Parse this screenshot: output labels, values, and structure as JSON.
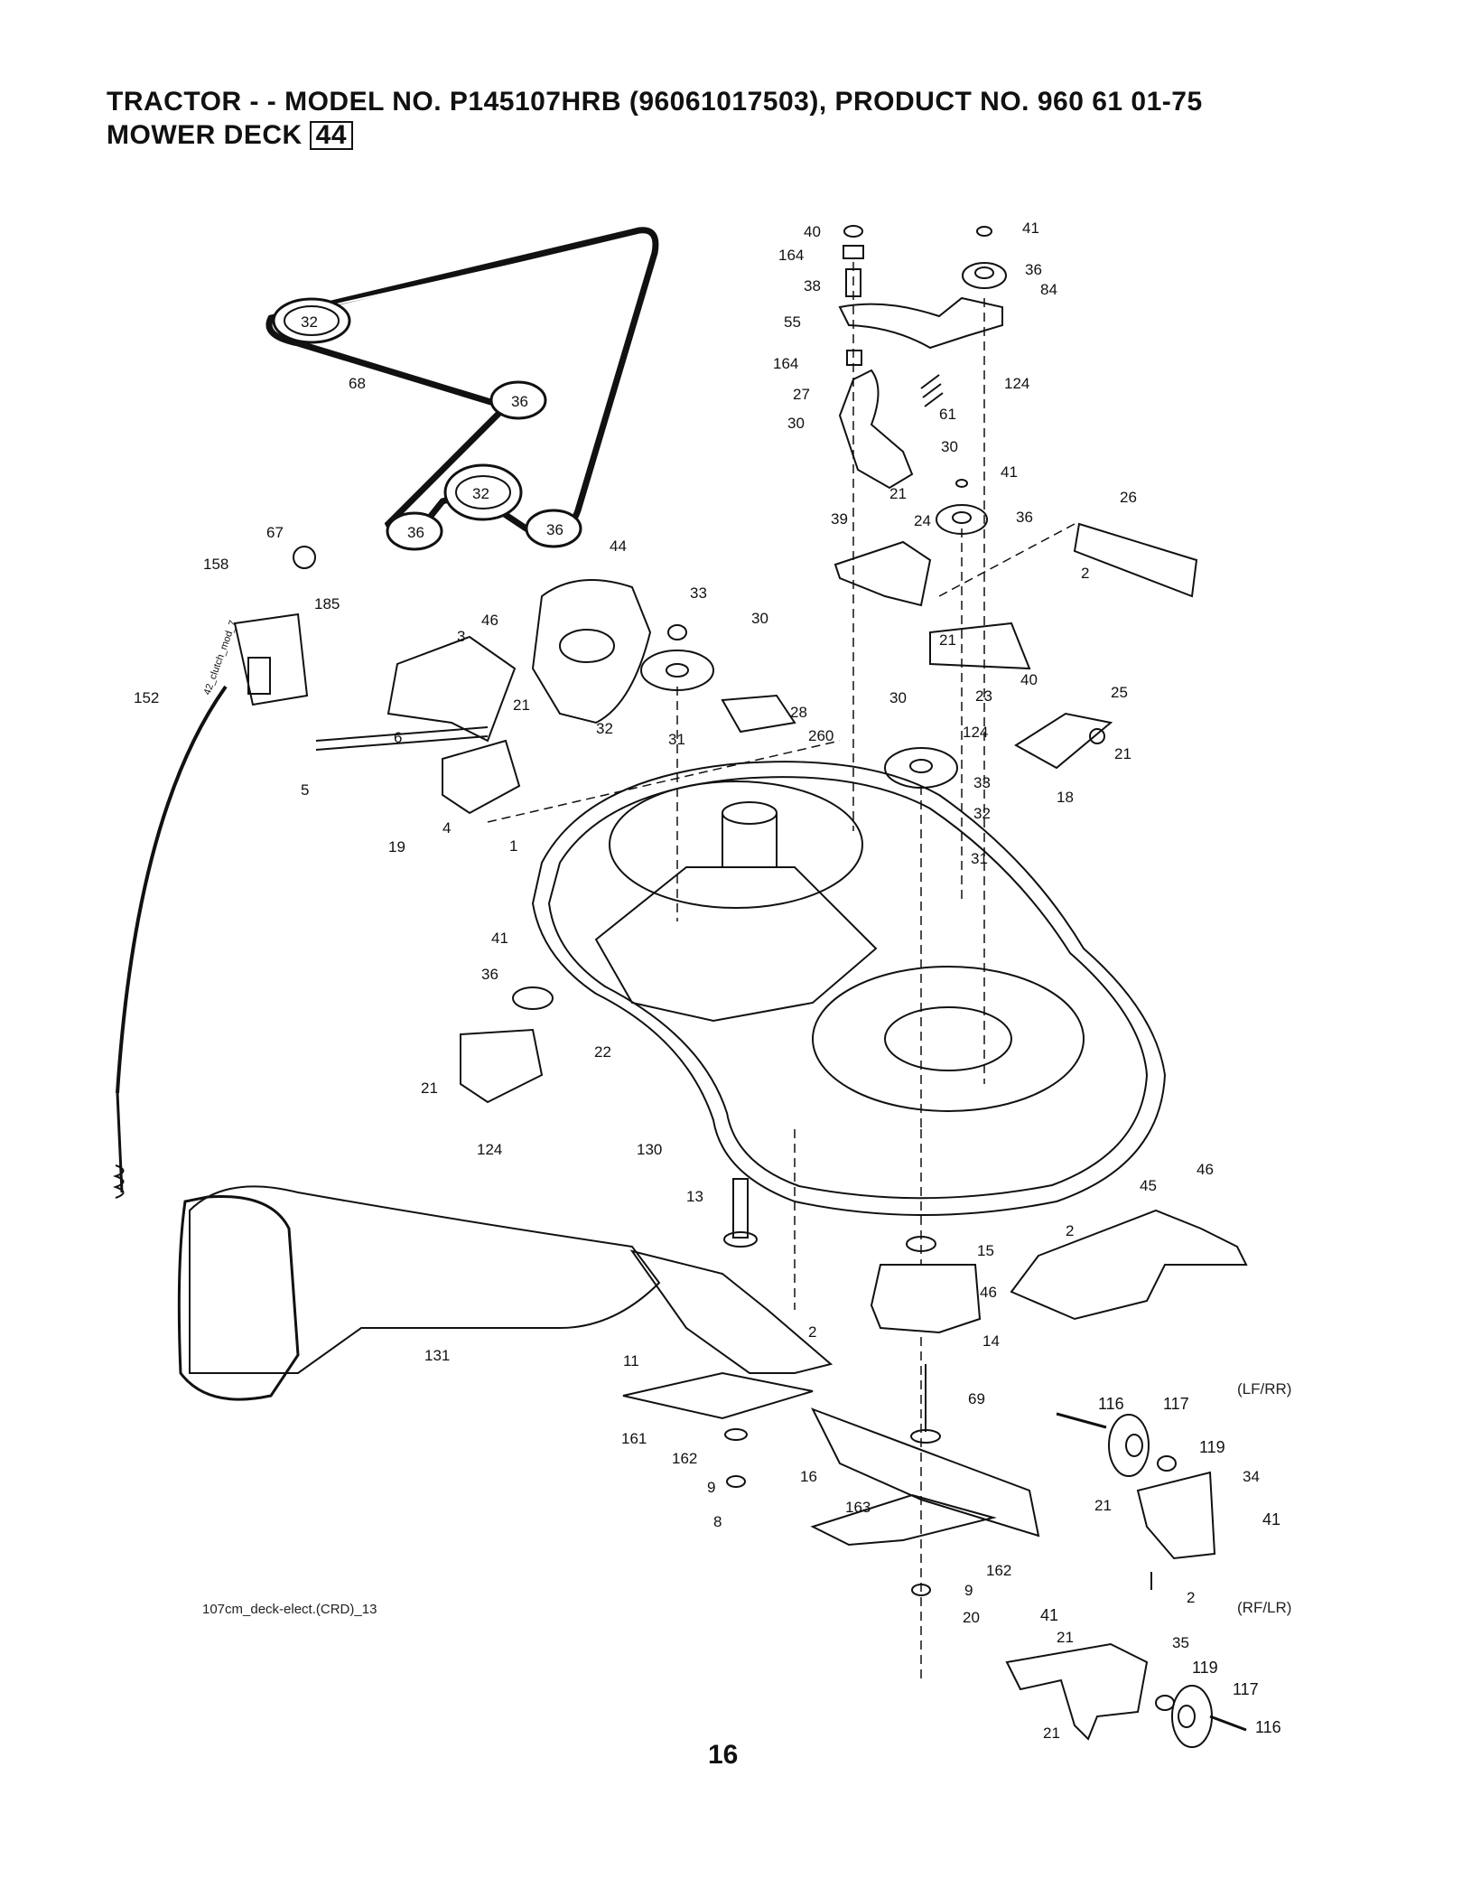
{
  "header": {
    "line1": "TRACTOR - - MODEL NO. P145107HRB   (96061017503), PRODUCT NO. 960 61 01-75",
    "line2_prefix": "MOWER DECK",
    "deck_number": "44"
  },
  "footer": {
    "filename": "107cm_deck-elect.(CRD)_13",
    "page_number": "16"
  },
  "variants": {
    "first": "(LF/RR)",
    "second": "(RF/LR)"
  },
  "part_labels": [
    {
      "id": "belt-pulley-32a",
      "text": "32"
    },
    {
      "id": "belt-pulley-36a",
      "text": "36"
    },
    {
      "id": "belt-pulley-32b",
      "text": "32"
    },
    {
      "id": "belt-pulley-36b",
      "text": "36"
    },
    {
      "id": "belt-pulley-36c",
      "text": "36"
    },
    {
      "id": "belt-68",
      "text": "68"
    },
    {
      "id": "p40a",
      "text": "40"
    },
    {
      "id": "p164a",
      "text": "164"
    },
    {
      "id": "p38",
      "text": "38"
    },
    {
      "id": "p55",
      "text": "55"
    },
    {
      "id": "p164b",
      "text": "164"
    },
    {
      "id": "p41a",
      "text": "41"
    },
    {
      "id": "p36a",
      "text": "36"
    },
    {
      "id": "p84",
      "text": "84"
    },
    {
      "id": "p124a",
      "text": "124"
    },
    {
      "id": "p27",
      "text": "27"
    },
    {
      "id": "p61",
      "text": "61"
    },
    {
      "id": "p30a",
      "text": "30"
    },
    {
      "id": "p30b",
      "text": "30"
    },
    {
      "id": "p41b",
      "text": "41"
    },
    {
      "id": "p21a",
      "text": "21"
    },
    {
      "id": "p39",
      "text": "39"
    },
    {
      "id": "p24",
      "text": "24"
    },
    {
      "id": "p36b",
      "text": "36"
    },
    {
      "id": "p26",
      "text": "26"
    },
    {
      "id": "p2a",
      "text": "2"
    },
    {
      "id": "p67",
      "text": "67"
    },
    {
      "id": "p158",
      "text": "158"
    },
    {
      "id": "p185",
      "text": "185"
    },
    {
      "id": "p44",
      "text": "44"
    },
    {
      "id": "p33a",
      "text": "33"
    },
    {
      "id": "p46a",
      "text": "46"
    },
    {
      "id": "p30c",
      "text": "30"
    },
    {
      "id": "p21b",
      "text": "21"
    },
    {
      "id": "p3",
      "text": "3"
    },
    {
      "id": "p152",
      "text": "152"
    },
    {
      "id": "p21c",
      "text": "21"
    },
    {
      "id": "p32a",
      "text": "32"
    },
    {
      "id": "p31a",
      "text": "31"
    },
    {
      "id": "p28",
      "text": "28"
    },
    {
      "id": "p260",
      "text": "260"
    },
    {
      "id": "p23",
      "text": "23"
    },
    {
      "id": "p40b",
      "text": "40"
    },
    {
      "id": "p25",
      "text": "25"
    },
    {
      "id": "p30d",
      "text": "30"
    },
    {
      "id": "p124b",
      "text": "124"
    },
    {
      "id": "p21d",
      "text": "21"
    },
    {
      "id": "p6",
      "text": "6"
    },
    {
      "id": "p5",
      "text": "5"
    },
    {
      "id": "p4",
      "text": "4"
    },
    {
      "id": "p19",
      "text": "19"
    },
    {
      "id": "p33b",
      "text": "33"
    },
    {
      "id": "p32b",
      "text": "32"
    },
    {
      "id": "p18",
      "text": "18"
    },
    {
      "id": "p31b",
      "text": "31"
    },
    {
      "id": "p1",
      "text": "1"
    },
    {
      "id": "p41c",
      "text": "41"
    },
    {
      "id": "p36c",
      "text": "36"
    },
    {
      "id": "p22",
      "text": "22"
    },
    {
      "id": "p21e",
      "text": "21"
    },
    {
      "id": "p124c",
      "text": "124"
    },
    {
      "id": "p130",
      "text": "130"
    },
    {
      "id": "p46b",
      "text": "46"
    },
    {
      "id": "p45",
      "text": "45"
    },
    {
      "id": "p13",
      "text": "13"
    },
    {
      "id": "p2b",
      "text": "2"
    },
    {
      "id": "p15",
      "text": "15"
    },
    {
      "id": "p46c",
      "text": "46"
    },
    {
      "id": "p131",
      "text": "131"
    },
    {
      "id": "p2c",
      "text": "2"
    },
    {
      "id": "p14",
      "text": "14"
    },
    {
      "id": "p11",
      "text": "11"
    },
    {
      "id": "p69",
      "text": "69"
    },
    {
      "id": "p116a",
      "text": "116"
    },
    {
      "id": "p117a",
      "text": "117"
    },
    {
      "id": "p161",
      "text": "161"
    },
    {
      "id": "p119a",
      "text": "119"
    },
    {
      "id": "p162a",
      "text": "162"
    },
    {
      "id": "p16",
      "text": "16"
    },
    {
      "id": "p34",
      "text": "34"
    },
    {
      "id": "p9a",
      "text": "9"
    },
    {
      "id": "p21f",
      "text": "21"
    },
    {
      "id": "p41d",
      "text": "41"
    },
    {
      "id": "p8",
      "text": "8"
    },
    {
      "id": "p163",
      "text": "163"
    },
    {
      "id": "p162b",
      "text": "162"
    },
    {
      "id": "p2d",
      "text": "2"
    },
    {
      "id": "p9b",
      "text": "9"
    },
    {
      "id": "p20",
      "text": "20"
    },
    {
      "id": "p41e",
      "text": "41"
    },
    {
      "id": "p21g",
      "text": "21"
    },
    {
      "id": "p35",
      "text": "35"
    },
    {
      "id": "p119b",
      "text": "119"
    },
    {
      "id": "p117b",
      "text": "117"
    },
    {
      "id": "p21h",
      "text": "21"
    },
    {
      "id": "p116b",
      "text": "116"
    }
  ],
  "icons": {
    "cable_label": "42_clutch_mod_7"
  }
}
